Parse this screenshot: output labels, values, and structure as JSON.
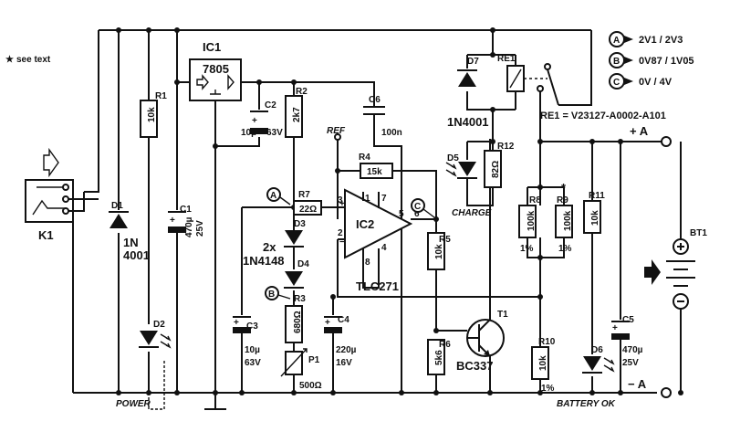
{
  "note": "see text",
  "legend": [
    {
      "letter": "A",
      "value": "2V1 / 2V3"
    },
    {
      "letter": "B",
      "value": "0V87 / 1V05"
    },
    {
      "letter": "C",
      "value": "0V / 4V"
    }
  ],
  "relay_note": "RE1 = V23127-A0002-A101",
  "components": {
    "k1": "K1",
    "d1": {
      "ref": "D1",
      "value_1": "1N",
      "value_2": "4001"
    },
    "r1": {
      "ref": "R1",
      "value": "10k"
    },
    "d2": "D2",
    "c1": {
      "ref": "C1",
      "value_1": "470µ",
      "value_2": "25V"
    },
    "ic1": {
      "ref": "IC1",
      "value": "7805"
    },
    "c2": {
      "ref": "C2",
      "value_1": "10µ",
      "value_2": "63V"
    },
    "r2": {
      "ref": "R2",
      "value": "2k7"
    },
    "c6": {
      "ref": "C6",
      "value": "100n"
    },
    "ref_label": "REF",
    "r4": {
      "ref": "R4",
      "value": "15k"
    },
    "r7": {
      "ref": "R7",
      "value": "22Ω"
    },
    "d3": "D3",
    "d34": {
      "count": "2x",
      "value": "1N4148"
    },
    "d4": "D4",
    "r3": {
      "ref": "R3",
      "value": "680Ω"
    },
    "c3": {
      "ref": "C3",
      "value_1": "10µ",
      "value_2": "63V"
    },
    "p1": {
      "ref": "P1",
      "value": "500Ω"
    },
    "c4": {
      "ref": "C4",
      "value_1": "220µ",
      "value_2": "16V"
    },
    "ic2": {
      "ref": "IC2",
      "value": "TLC271",
      "pin1": "1",
      "pin2": "2",
      "pin3": "3",
      "pin4": "4",
      "pin5": "5",
      "pin6": "6",
      "pin7": "7",
      "pin8": "8"
    },
    "r5": {
      "ref": "R5",
      "value": "10k"
    },
    "r6": {
      "ref": "R6",
      "value": "5k6"
    },
    "t1": {
      "ref": "T1",
      "value": "BC337"
    },
    "d7": {
      "ref": "D7",
      "value": "1N4001"
    },
    "re1": "RE1",
    "d5": "D5",
    "r12": {
      "ref": "R12",
      "value": "82Ω"
    },
    "r8": {
      "ref": "R8",
      "value": "100k",
      "tol": "1%"
    },
    "r9": {
      "ref": "R9",
      "value": "100k",
      "tol": "1%",
      "mark": "*"
    },
    "r11": {
      "ref": "R11",
      "value": "10k"
    },
    "r10": {
      "ref": "R10",
      "value": "10k",
      "tol": "1%"
    },
    "d6": "D6",
    "c5": {
      "ref": "C5",
      "value_1": "470µ",
      "value_2": "25V"
    },
    "bt1": "BT1"
  },
  "labels": {
    "power": "POWER",
    "charge": "CHARGE",
    "battery_ok": "BATTERY OK",
    "plus_a": "+ A",
    "minus_a": "− A",
    "plus": "+",
    "minus": "−"
  }
}
